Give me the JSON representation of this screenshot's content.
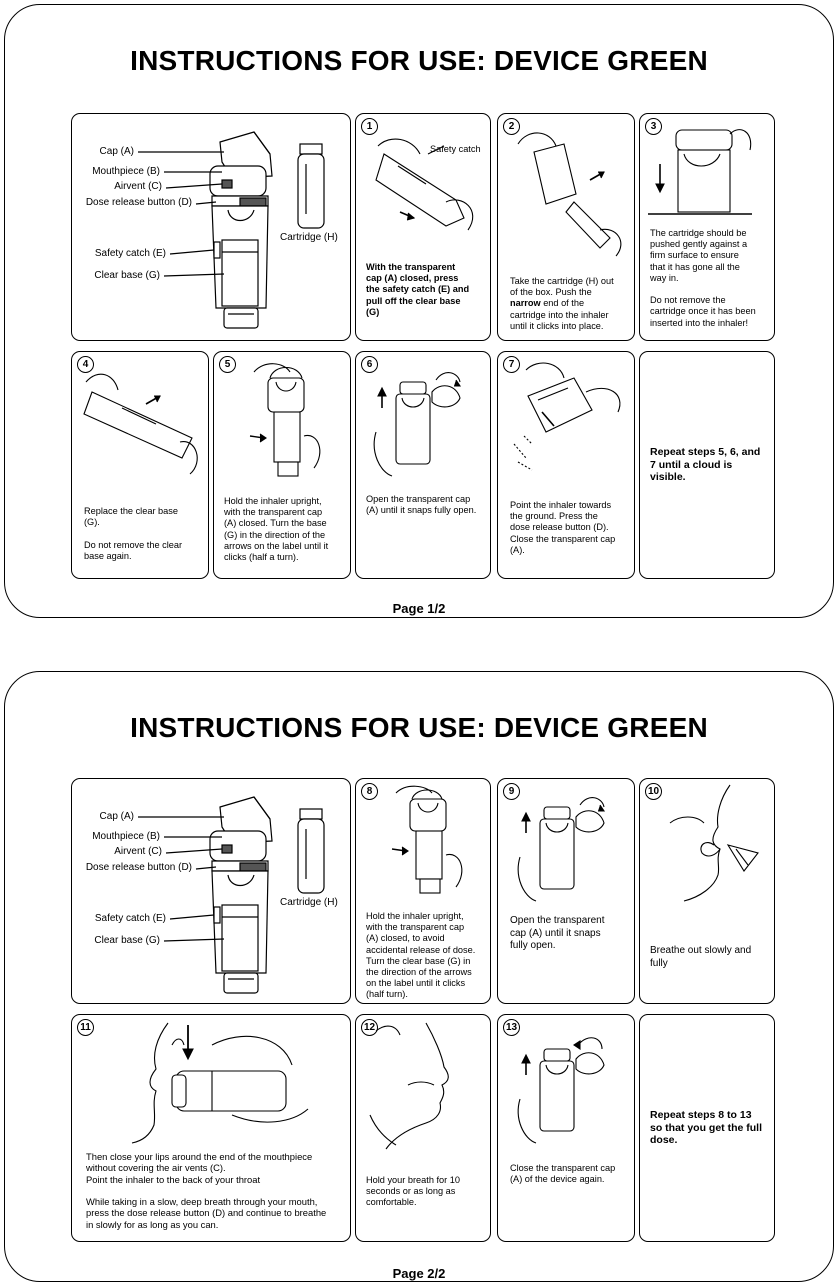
{
  "page1": {
    "title": "INSTRUCTIONS FOR USE: DEVICE GREEN",
    "page_label": "Page 1/2",
    "diagram": {
      "cap": "Cap (A)",
      "mouthpiece": "Mouthpiece (B)",
      "airvent": "Airvent (C)",
      "dose_button": "Dose release button (D)",
      "safety_catch": "Safety catch (E)",
      "clear_base": "Clear base (G)",
      "cartridge": "Cartridge (H)"
    },
    "steps": [
      {
        "num": "1",
        "callout": "Safety catch",
        "text": "With the transparent\ncap (A) closed, press\nthe safety catch (E) and\npull off the clear base\n(G)"
      },
      {
        "num": "2",
        "text_a": "Take the cartridge (H) out\nof the box. Push the\n",
        "text_bold": "narrow",
        "text_b": " end of the\ncartridge into the inhaler\nuntil it clicks into place."
      },
      {
        "num": "3",
        "text": "The cartridge should be\npushed gently against a\nfirm surface to ensure\nthat it has gone all the\nway in.\n\nDo not remove the\ncartridge once it has been\ninserted into the inhaler!"
      },
      {
        "num": "4",
        "text": "Replace the clear base\n(G).\n\nDo not remove the clear\nbase again."
      },
      {
        "num": "5",
        "text": "Hold the inhaler upright,\nwith the transparent cap\n(A) closed. Turn the base\n(G) in the direction of the\narrows on the label until it\nclicks (half a turn)."
      },
      {
        "num": "6",
        "text": "Open the transparent cap\n(A) until it snaps fully open."
      },
      {
        "num": "7",
        "text": "Point the inhaler towards\nthe ground. Press the\ndose release button (D).\nClose the transparent cap\n(A)."
      }
    ],
    "repeat_note": "Repeat steps 5, 6, and\n7 until a cloud is\nvisible."
  },
  "page2": {
    "title": "INSTRUCTIONS FOR USE: DEVICE GREEN",
    "page_label": "Page 2/2",
    "diagram": {
      "cap": "Cap (A)",
      "mouthpiece": "Mouthpiece (B)",
      "airvent": "Airvent (C)",
      "dose_button": "Dose release button (D)",
      "safety_catch": "Safety catch (E)",
      "clear_base": "Clear base (G)",
      "cartridge": "Cartridge (H)"
    },
    "steps": [
      {
        "num": "8",
        "text": "Hold the inhaler upright,\nwith the transparent cap\n(A) closed, to avoid\naccidental release of dose.\nTurn the clear base (G) in\nthe direction of the arrows\non the label until it clicks\n(half turn)."
      },
      {
        "num": "9",
        "text": "Open the transparent\ncap (A) until it snaps\nfully open."
      },
      {
        "num": "10",
        "text": "Breathe out slowly and\nfully"
      },
      {
        "num": "11",
        "text": "Then close your lips around the end of the mouthpiece\nwithout covering the air vents (C).\nPoint the inhaler to the back of your throat\n\nWhile taking in a slow, deep breath through your mouth,\npress the dose release button (D) and continue to breathe\nin slowly for as long as you can."
      },
      {
        "num": "12",
        "text": "Hold your breath for 10\nseconds or as long as\ncomfortable."
      },
      {
        "num": "13",
        "text": "Close the transparent cap\n(A) of the device again."
      }
    ],
    "repeat_note": "Repeat steps 8 to 13\nso that you get the full\ndose."
  },
  "colors": {
    "ink": "#000000",
    "window_gray": "#555555",
    "paper": "#ffffff"
  }
}
